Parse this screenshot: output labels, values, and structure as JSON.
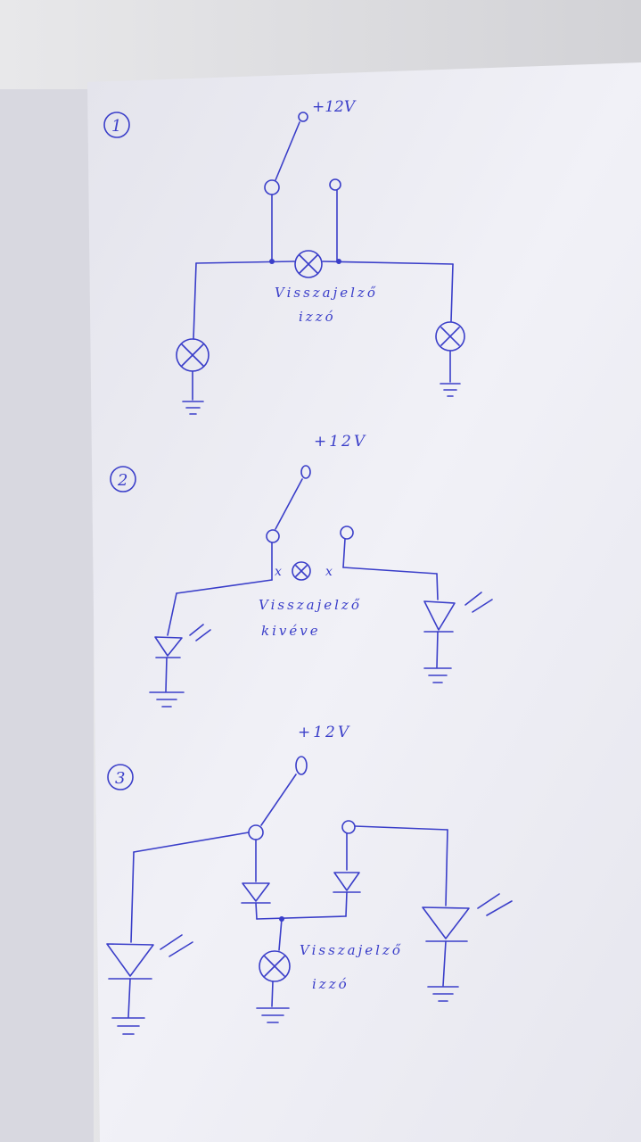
{
  "diagram_1": {
    "number": "1",
    "supply_label": "+12V",
    "lamp_label_line1": "Visszajelző",
    "lamp_label_line2": "izzó"
  },
  "diagram_2": {
    "number": "2",
    "supply_label": "+12V",
    "lamp_label_line1": "Visszajelző",
    "lamp_label_line2": "kivéve"
  },
  "diagram_3": {
    "number": "3",
    "supply_label": "+12V",
    "lamp_label_line1": "Visszajelző",
    "lamp_label_line2": "izzó"
  },
  "colors": {
    "ink": "#3a3ec9",
    "paper": "#f2f2f8",
    "background": "#c9c9cf"
  }
}
